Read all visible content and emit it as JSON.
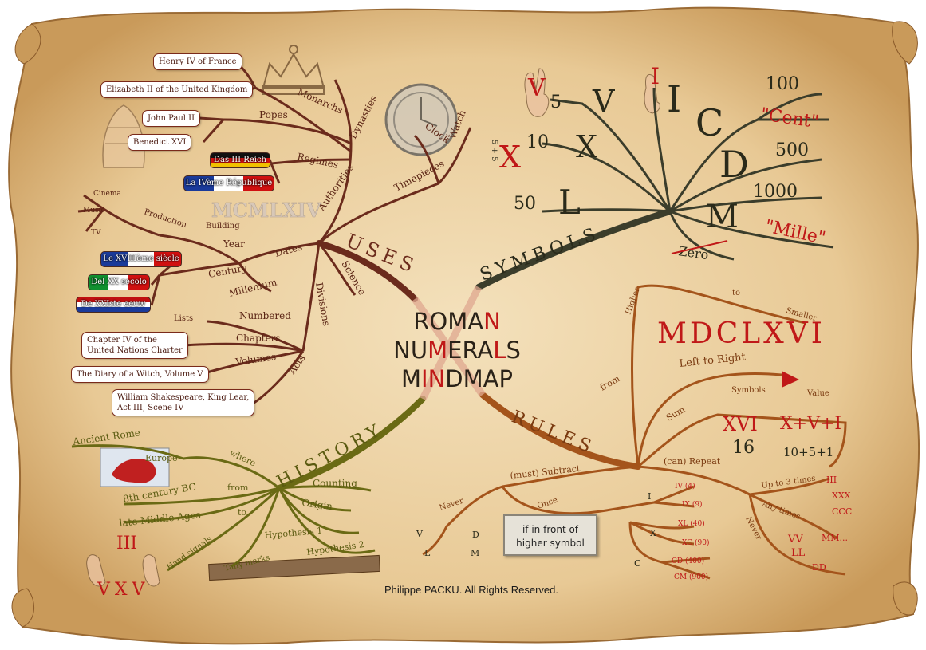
{
  "title": {
    "line1": "ROMAN",
    "line2": "NUMERALS",
    "line3": "MINDMAP"
  },
  "copyright": "Philippe PACKU. All Rights Reserved.",
  "colors": {
    "uses": "#6b2b1c",
    "symbols": "#3b3d2b",
    "rules": "#a4541b",
    "history": "#6a6a14",
    "red": "#c01818"
  },
  "uses": {
    "label": "USES",
    "dynasties": "Dynasties",
    "monarchs": "Monarchs",
    "popes": "Popes",
    "regimes": "Regimes",
    "authorities": "Authorities",
    "henry": "Henry IV of France",
    "elizabeth": "Elizabeth II of the United Kingdom",
    "john_paul": "John Paul II",
    "benedict": "Benedict XVI",
    "reich": "Das III Reich",
    "republique": "La IVème République",
    "timepieces": "Timepieces",
    "clock": "Clock",
    "watch": "Watch",
    "dates": "Dates",
    "mcmlxiv": "MCMLXIV",
    "production": "Production",
    "building": "Building",
    "cinema": "Cinema",
    "music": "Music",
    "tv": "TV",
    "year": "Year",
    "century": "Century",
    "millenium": "Millenium",
    "siecle": "Le XVIIIème siècle",
    "secolo": "Del XX secolo",
    "eeuw": "De XXIste eeuw",
    "science": "Science",
    "divisions": "Divisions",
    "numbered": "Numbered",
    "lists": "Lists",
    "chapters": "Chapters",
    "volumes": "Volumes",
    "acts": "Acts",
    "un_charter": "Chapter IV of the United Nations Charter",
    "un_line1": "Chapter IV of the",
    "un_line2": "United Nations Charter",
    "diary": "The Diary of a Witch, Volume V",
    "lear_line1": "William Shakespeare, King Lear,",
    "lear_line2": "Act III, Scene IV"
  },
  "symbols": {
    "label": "SYMBOLS",
    "v": "V",
    "v_value": "5",
    "i": "I",
    "x": "X",
    "x_value": "10",
    "five_plus_five": "5 + 5",
    "l": "L",
    "l_value": "50",
    "c": "C",
    "c_value": "100",
    "c_word": "\"Cent\"",
    "d": "D",
    "d_value": "500",
    "m": "M",
    "m_value": "1000",
    "m_word": "\"Mille\"",
    "zero": "Zero"
  },
  "rules": {
    "label": "RULES",
    "order_higher": "Higher",
    "order_to": "to",
    "order_smaller": "Smaller",
    "mdclxvi": "MDCLXVI",
    "left_to_right": "Left to Right",
    "from": "from",
    "sum": "Sum",
    "symbols": "Symbols",
    "value": "Value",
    "xvi": "XVI",
    "x_v_i": "X+V+I",
    "sixteen": "16",
    "ten_five_one": "10+5+1",
    "subtract": "(must) Subtract",
    "repeat": "(can) Repeat",
    "never": "Never",
    "once": "Once",
    "v": "V",
    "l": "L",
    "d": "D",
    "m": "M",
    "note_line1": "if in front of",
    "note_line2": "higher symbol",
    "sub_i": "I",
    "sub_x": "X",
    "sub_c": "C",
    "iv": "IV (4)",
    "ix": "IX (9)",
    "xl": "XL (40)",
    "xc": "XC (90)",
    "cd": "CD (400)",
    "cm": "CM (900)",
    "up_to_3": "Up to 3 times",
    "any_times": "Any times",
    "never_repeat": "Never",
    "iii": "III",
    "xxx": "XXX",
    "ccc": "CCC",
    "mm": "MM...",
    "vv": "VV",
    "ll": "LL",
    "dd": "DD"
  },
  "history": {
    "label": "HISTORY",
    "ancient_rome": "Ancient Rome",
    "europe": "Europe",
    "where": "where",
    "from": "from",
    "to": "to",
    "bc": "8th century BC",
    "middle_ages": "late Middle Ages",
    "counting": "Counting",
    "origin": "Origin",
    "hyp1": "Hypothesis 1",
    "hyp2": "Hypothesis 2",
    "hand_signals": "Hand signals",
    "tally": "Tally marks",
    "iii": "III",
    "vxv": "VXV"
  }
}
